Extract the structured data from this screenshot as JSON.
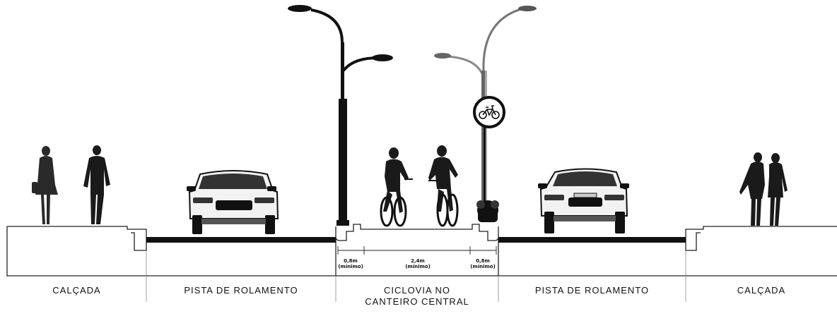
{
  "sections": [
    {
      "id": "calcada-left",
      "label": "CALÇADA"
    },
    {
      "id": "pista-left",
      "label": "PISTA DE ROLAMENTO"
    },
    {
      "id": "ciclovia",
      "label_line1": "CICLOVIA NO",
      "label_line2": "CANTEIRO CENTRAL"
    },
    {
      "id": "pista-right",
      "label": "PISTA DE ROLAMENTO"
    },
    {
      "id": "calcada-right",
      "label": "CALÇADA"
    }
  ],
  "dimensions": [
    {
      "value": "0,8m",
      "note": "(mínimo)"
    },
    {
      "value": "2,4m",
      "note": "(mínimo)"
    },
    {
      "value": "0,8m",
      "note": "(mínimo)"
    }
  ],
  "icons": {
    "bike_sign": "bicycle-sign-icon"
  }
}
